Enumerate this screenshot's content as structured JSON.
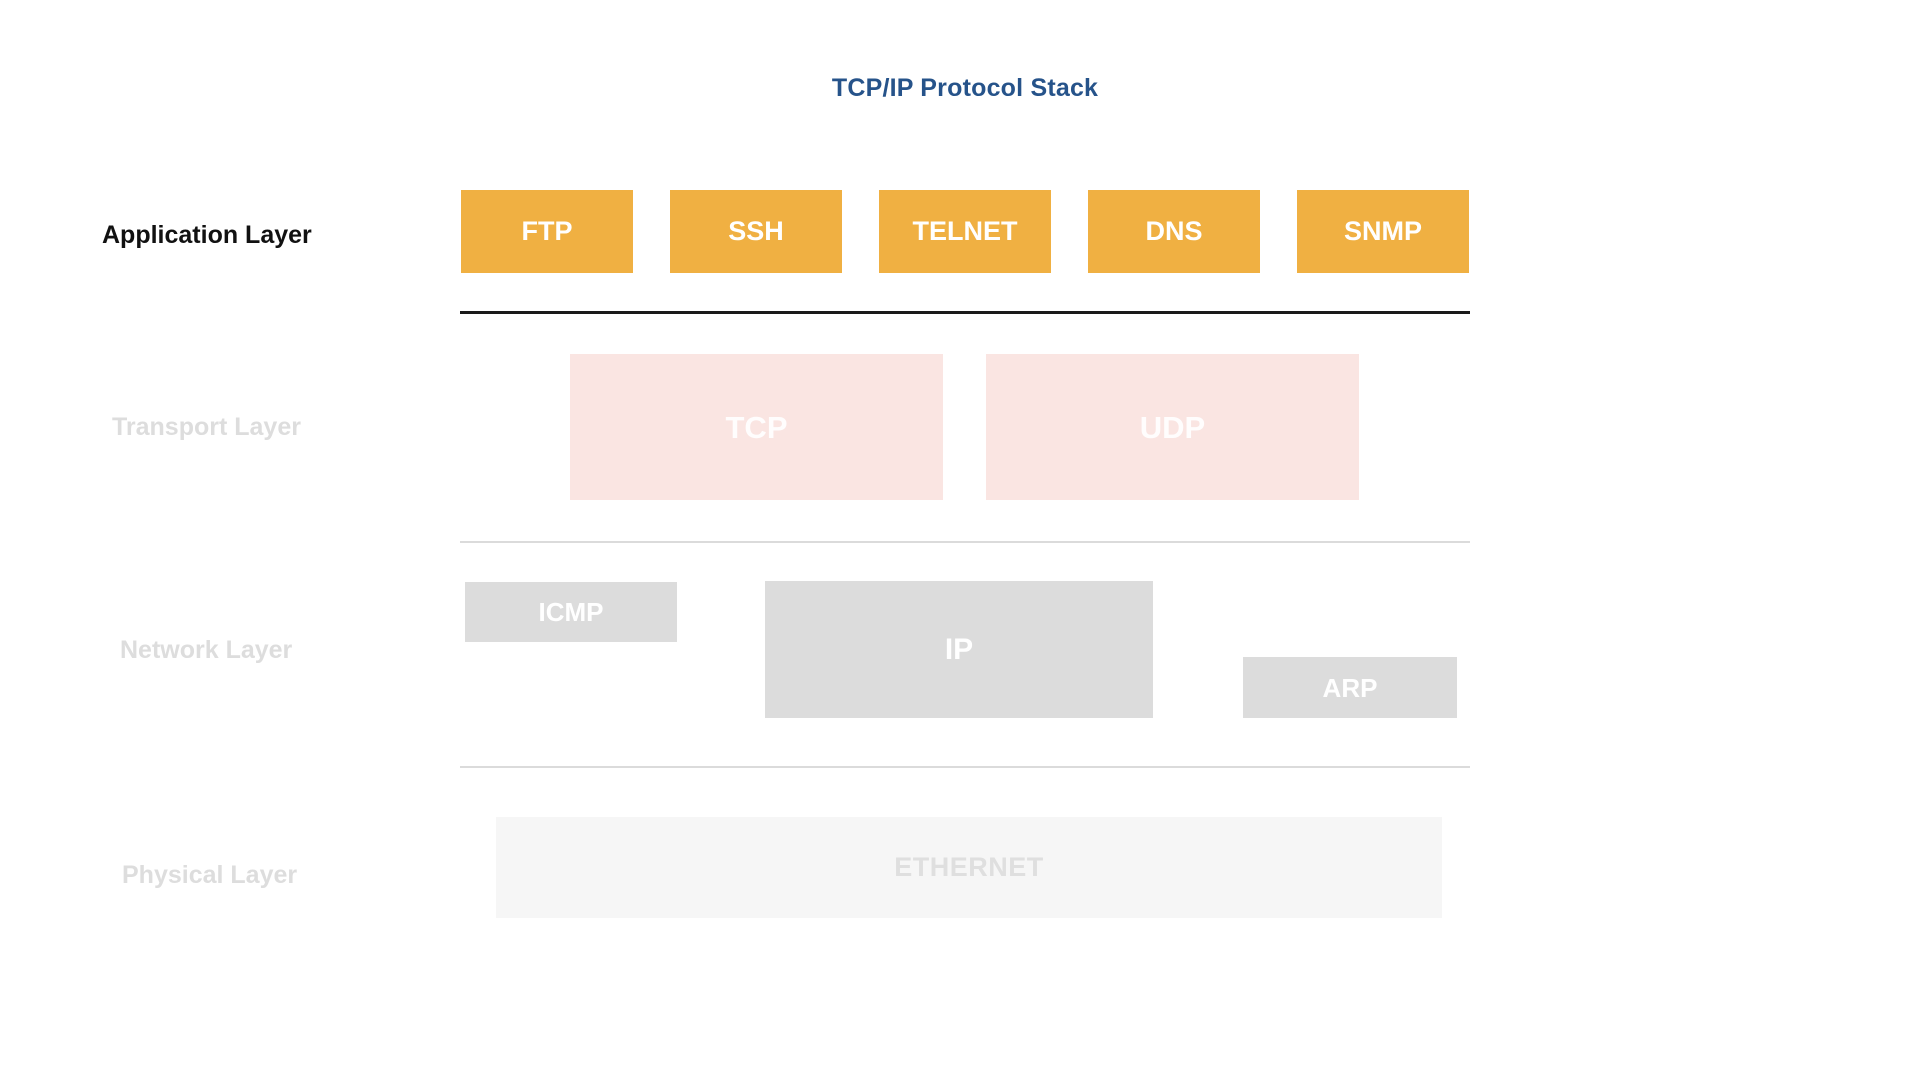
{
  "title": "TCP/IP Protocol Stack",
  "layers": [
    {
      "name": "Application Layer",
      "state": "active",
      "protocols": [
        "FTP",
        "SSH",
        "TELNET",
        "DNS",
        "SNMP"
      ]
    },
    {
      "name": "Transport Layer",
      "state": "dimmed",
      "protocols": [
        "TCP",
        "UDP"
      ]
    },
    {
      "name": "Network Layer",
      "state": "dimmed",
      "protocols": [
        "ICMP",
        "IP",
        "ARP"
      ]
    },
    {
      "name": "Physical Layer",
      "state": "dimmed",
      "protocols": [
        "ETHERNET"
      ]
    }
  ],
  "colors": {
    "title": "#26538A",
    "active_label": "#111111",
    "dimmed_label": "#DDDDDD",
    "application_box": "#F0B042",
    "application_box_text": "#FFFFFF",
    "transport_box": "#FAE5E2",
    "transport_box_text": "#FFFDFD",
    "network_box": "#DCDCDC",
    "network_box_text": "#FFFFFF",
    "physical_box": "#F6F6F6",
    "physical_box_text": "#DFDFDF",
    "separator_dark": "#1A1A1A",
    "separator_light": "#DBDBDB"
  }
}
